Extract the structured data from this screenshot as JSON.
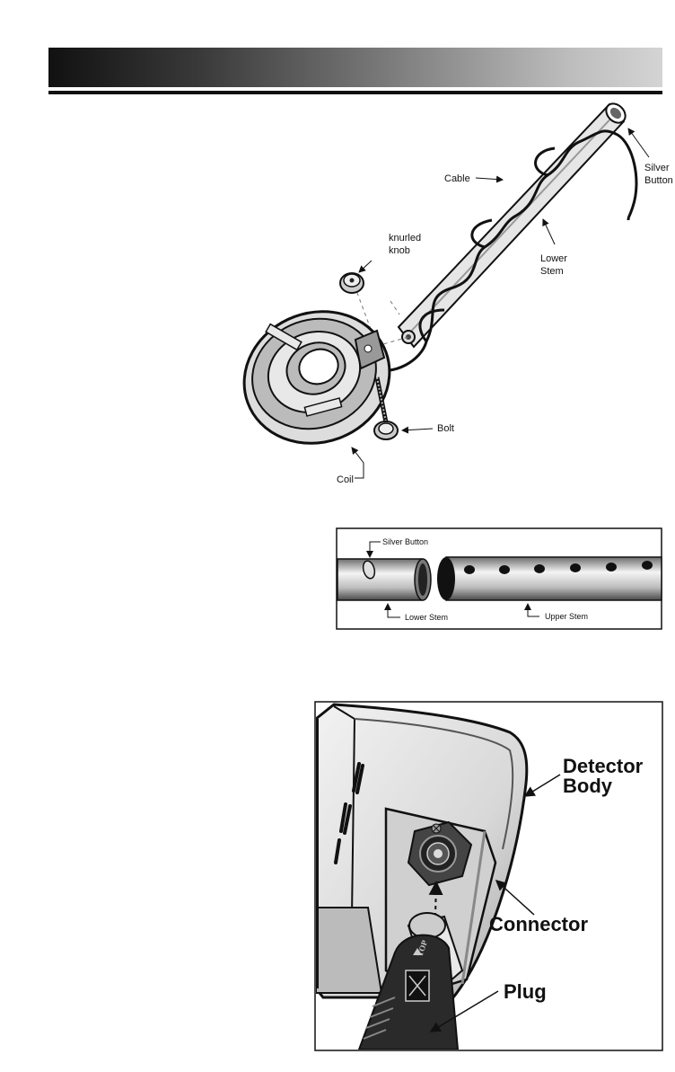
{
  "figure1": {
    "labels": {
      "cable": "Cable",
      "silver_button_line1": "Silver",
      "silver_button_line2": "Button",
      "knurled_line1": "knurled",
      "knurled_line2": "knob",
      "lower_stem_line1": "Lower",
      "lower_stem_line2": "Stem",
      "bolt": "Bolt",
      "coil": "Coil"
    }
  },
  "figure2": {
    "labels": {
      "silver_button": "Silver Button",
      "lower_stem": "Lower Stem",
      "upper_stem": "Upper Stem"
    }
  },
  "figure3": {
    "labels": {
      "detector_body_line1": "Detector",
      "detector_body_line2": "Body",
      "connector": "Connector",
      "plug": "Plug",
      "top_marking": "TOP"
    }
  }
}
